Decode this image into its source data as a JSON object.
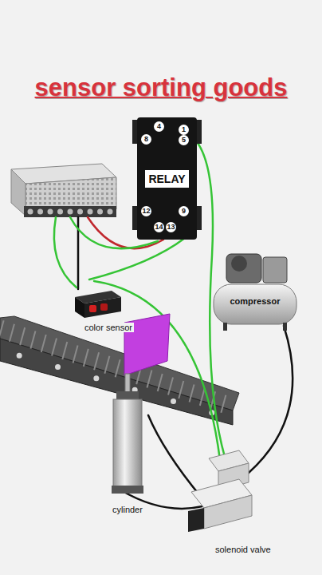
{
  "diagram": {
    "title": "sensor sorting goods",
    "nodes": [
      {
        "text": [
          "RELAY"
        ]
      },
      {
        "text": [
          "compressor"
        ]
      }
    ],
    "labels": [
      "4",
      "1",
      "8",
      "5",
      "12",
      "14",
      "13",
      "9",
      "color sensor",
      "cylinder",
      "solenoid valve"
    ]
  }
}
